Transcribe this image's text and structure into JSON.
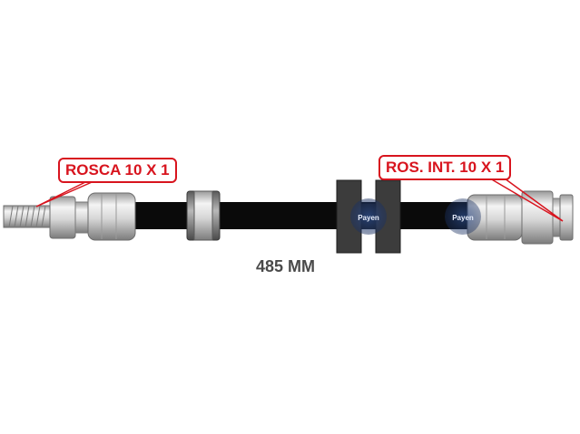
{
  "callouts": {
    "left": "ROSCA 10 X 1",
    "right": "ROS. INT. 10 X 1"
  },
  "length": "485 MM",
  "brand_marks": [
    "Payen",
    "Payen"
  ],
  "colors": {
    "callout_red": "#d8141e",
    "hose_black": "#0a0a0a",
    "metal_light": "#e8e8e8",
    "metal_dark": "#8a8a8a",
    "clip_gray": "#3c3c3c",
    "watermark_blue": "#1f3a6e"
  }
}
